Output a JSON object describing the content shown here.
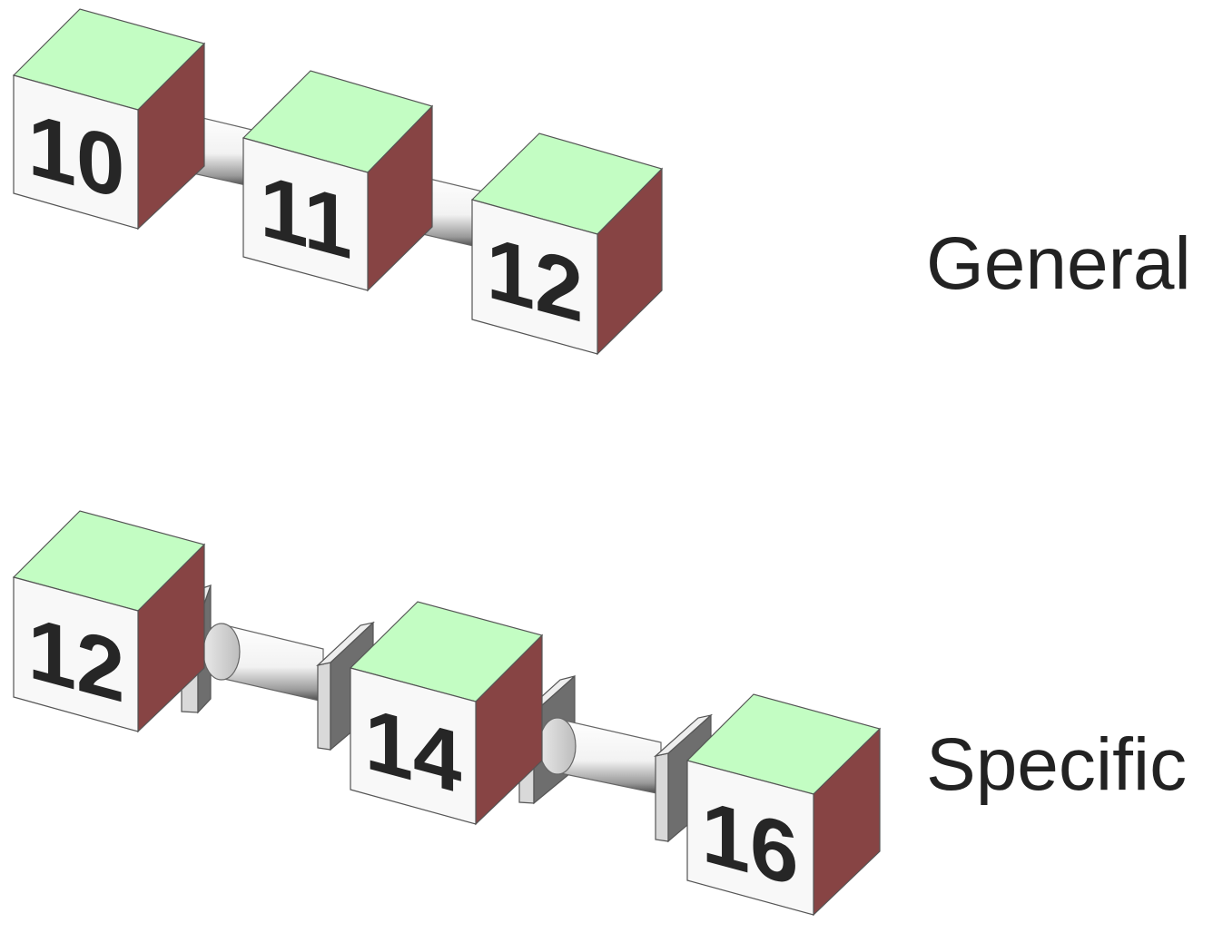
{
  "rows": [
    {
      "label": "General",
      "cubes": [
        "10",
        "11",
        "12"
      ],
      "connector": "rod"
    },
    {
      "label": "Specific",
      "cubes": [
        "12",
        "14",
        "16"
      ],
      "connector": "rod-with-plates"
    }
  ],
  "colors": {
    "cube_top": "#c3fdc3",
    "cube_front": "#f8f8f8",
    "cube_side": "#874444",
    "plate": "#d9d9d9"
  }
}
